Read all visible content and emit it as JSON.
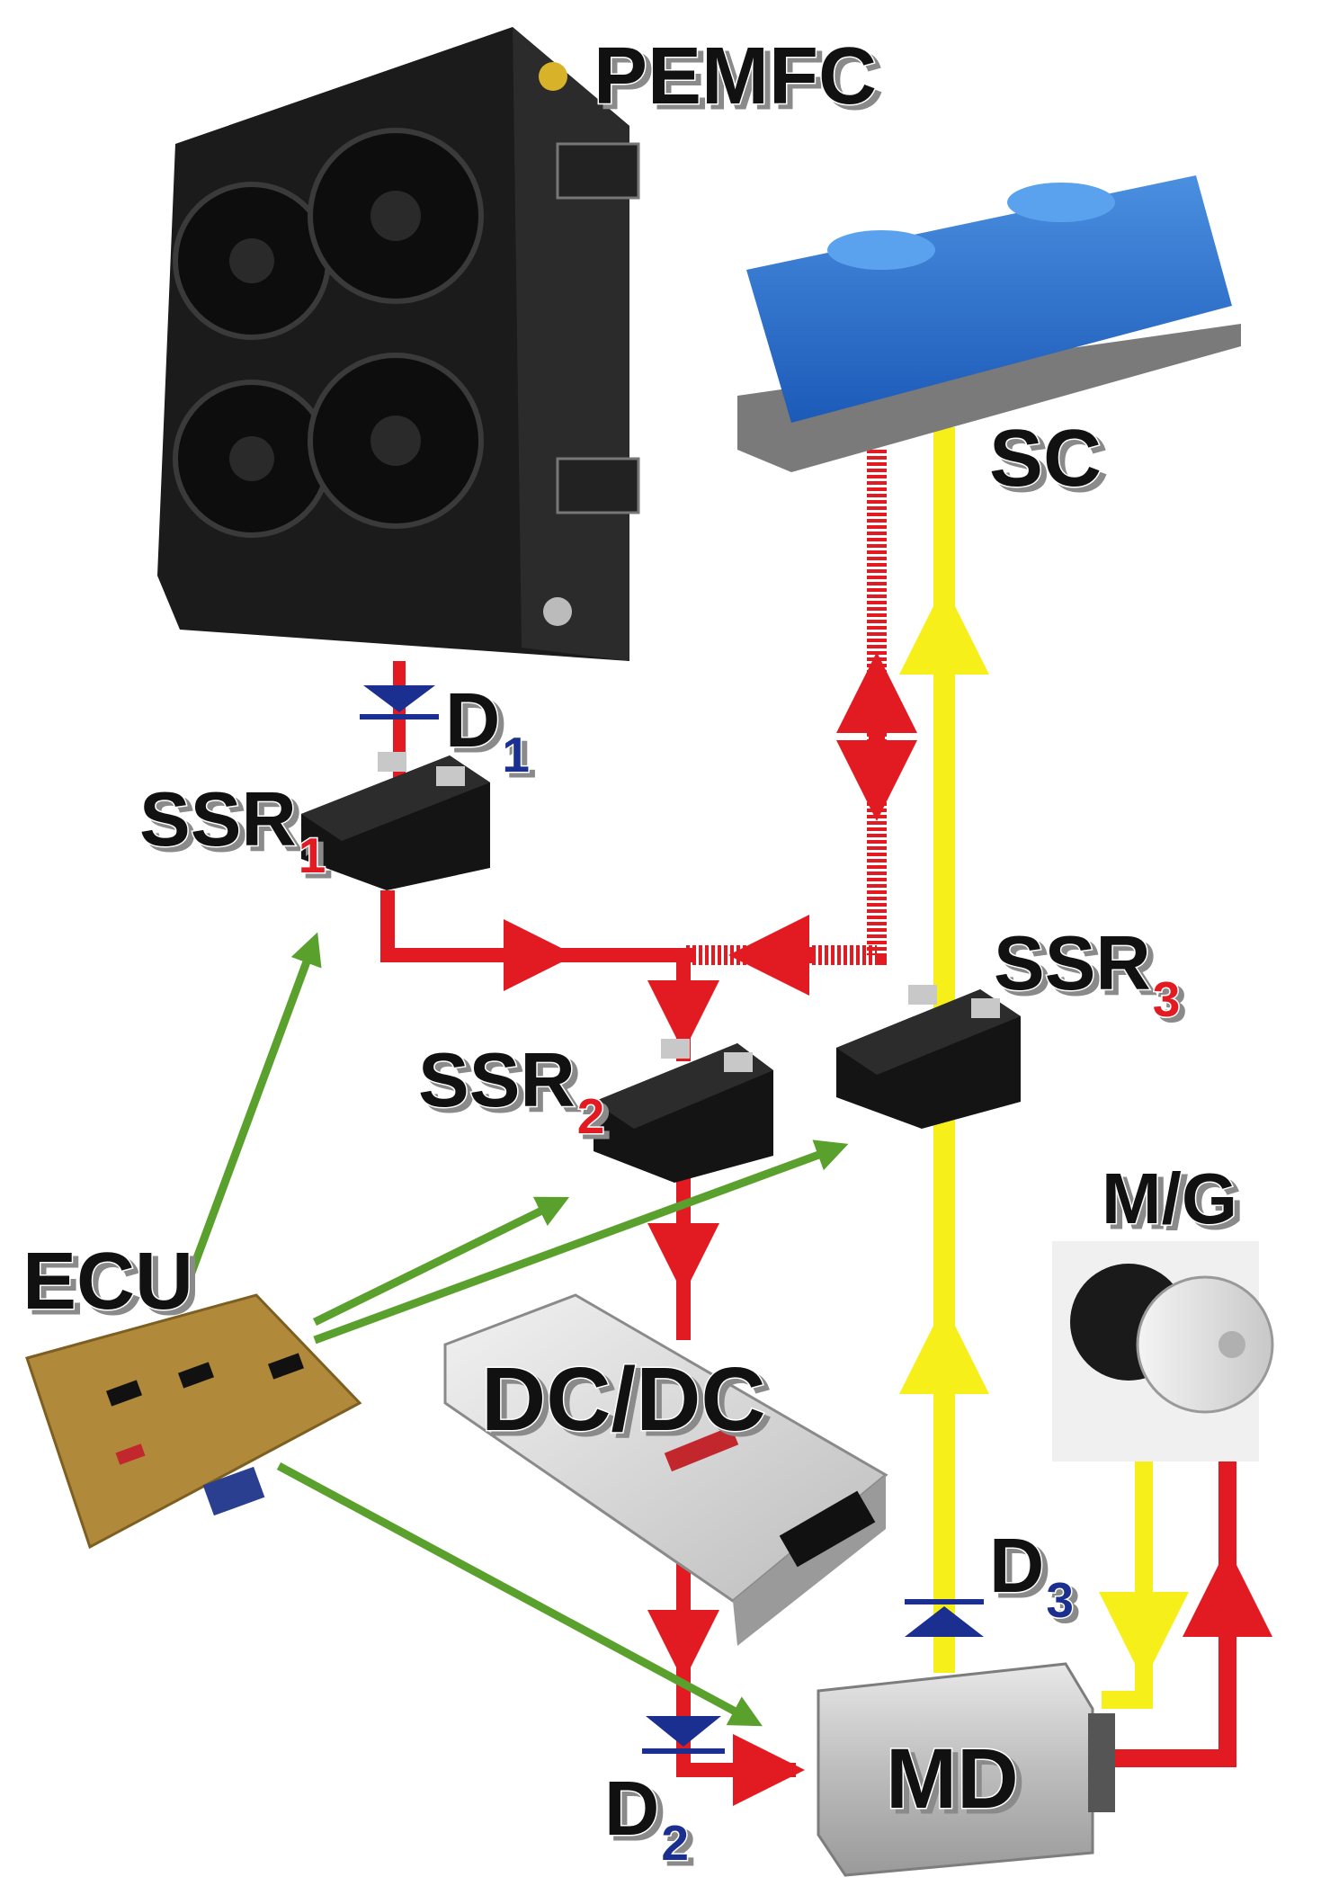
{
  "diagram": {
    "components": {
      "fuel_cell": "PEMFC",
      "supercapacitor": "SC",
      "dc_dc": "DC/DC",
      "motor_driver": "MD",
      "motor_generator": "M/G",
      "ecu": "ECU"
    },
    "relays": {
      "ssr1": {
        "base": "SSR",
        "sub": "1"
      },
      "ssr2": {
        "base": "SSR",
        "sub": "2"
      },
      "ssr3": {
        "base": "SSR",
        "sub": "3"
      }
    },
    "diodes": {
      "d1": {
        "base": "D",
        "sub": "1"
      },
      "d2": {
        "base": "D",
        "sub": "2"
      },
      "d3": {
        "base": "D",
        "sub": "3"
      }
    },
    "colors": {
      "power_red": "#e21b23",
      "sc_yellow": "#f7ef1a",
      "control_green": "#5aa02c",
      "diode_blue": "#1a2f8f",
      "subscript_red": "#e21b23",
      "subscript_blue": "#1a2f8f"
    }
  }
}
